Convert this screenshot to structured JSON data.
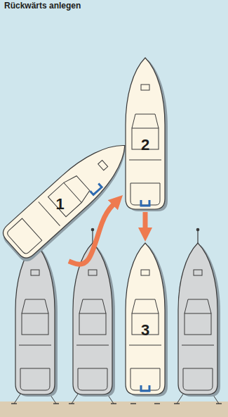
{
  "diagram": {
    "title": "Rückwärts anlegen",
    "nodes": [
      {
        "text": [
          "1"
        ]
      },
      {
        "text": [
          "2"
        ]
      },
      {
        "text": [
          "3"
        ]
      }
    ],
    "edges": [
      {
        "from": 0,
        "to": 1,
        "arrow": "to"
      },
      {
        "from": 1,
        "to": 2,
        "arrow": "to"
      }
    ]
  }
}
